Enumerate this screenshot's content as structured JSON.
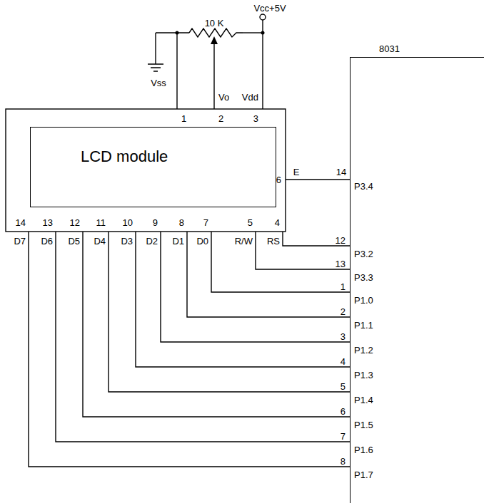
{
  "diagram": {
    "nodes": [
      {
        "text": [
          "LCD module"
        ]
      },
      {
        "text": [
          "8031"
        ]
      }
    ],
    "labels": [
      "Vcc+5V",
      "10 K",
      "Vss",
      "Vo",
      "Vdd",
      "1",
      "2",
      "3",
      "6",
      "E",
      "14",
      "P3.4",
      "14",
      "13",
      "12",
      "11",
      "10",
      "9",
      "8",
      "7",
      "5",
      "4",
      "D7",
      "D6",
      "D5",
      "D4",
      "D3",
      "D2",
      "D1",
      "D0",
      "R/W",
      "RS",
      "12",
      "P3.2",
      "13",
      "P3.3",
      "1",
      "P1.0",
      "2",
      "P1.1",
      "3",
      "P1.2",
      "4",
      "P1.3",
      "5",
      "P1.4",
      "6",
      "P1.5",
      "7",
      "P1.6",
      "8",
      "P1.7"
    ]
  }
}
